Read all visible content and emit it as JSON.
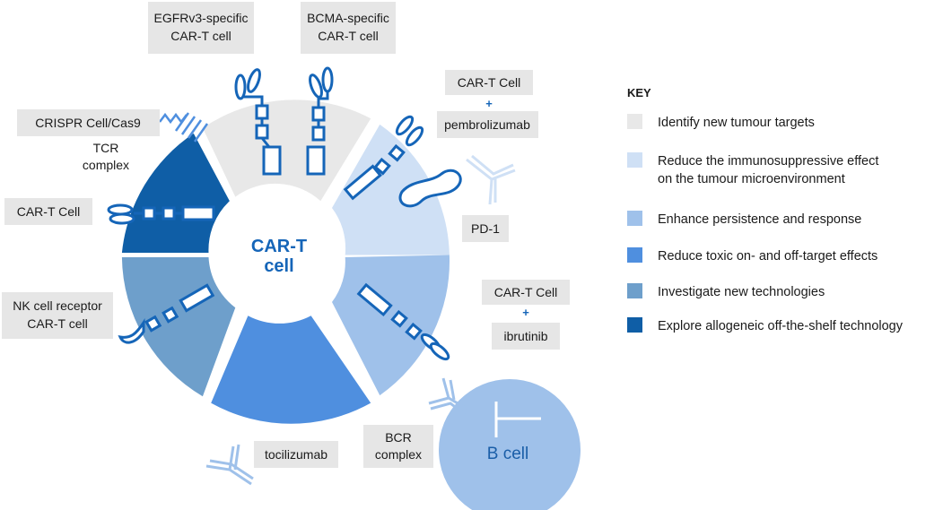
{
  "center": {
    "line1": "CAR-T",
    "line2": "cell"
  },
  "labels": {
    "egfr": [
      "EGFRv3-specific",
      "CAR-T cell"
    ],
    "bcma": [
      "BCMA-specific",
      "CAR-T cell"
    ],
    "cart_pembro": "CAR-T Cell",
    "plus1": "+",
    "pembro": "pembrolizumab",
    "pd1": "PD-1",
    "crispr": "CRISPR Cell/Cas9",
    "tcr": [
      "TCR",
      "complex"
    ],
    "cart_left": "CAR-T Cell",
    "nk": [
      "NK cell receptor",
      "CAR-T cell"
    ],
    "cart_ibru": "CAR-T Cell",
    "plus2": "+",
    "ibrutinib": "ibrutinib",
    "bcr": [
      "BCR",
      "complex"
    ],
    "bcell": "B cell",
    "tocilizumab": "tocilizumab"
  },
  "key": {
    "title": "KEY",
    "items": [
      {
        "text": [
          "Identify new tumour targets"
        ],
        "color": "#e8e8e8"
      },
      {
        "text": [
          "Reduce the immunosuppressive effect",
          "on the tumour microenvironment"
        ],
        "color": "#cfe0f5"
      },
      {
        "text": [
          "Enhance persistence and response"
        ],
        "color": "#9fc1ea"
      },
      {
        "text": [
          "Reduce toxic on- and off-target effects"
        ],
        "color": "#4f8fdf"
      },
      {
        "text": [
          "Investigate new technologies"
        ],
        "color": "#6e9fcb"
      },
      {
        "text": [
          "Explore allogeneic off-the-shelf technology"
        ],
        "color": "#0f5ea6"
      }
    ]
  },
  "colors": {
    "seg_grey": "#e8e8e8",
    "seg_pale": "#cfe0f5",
    "seg_light": "#9fc1ea",
    "seg_mid": "#4f8fdf",
    "seg_steel": "#6e9fcb",
    "seg_dark": "#0f5ea6",
    "outline": "#1565b8"
  }
}
